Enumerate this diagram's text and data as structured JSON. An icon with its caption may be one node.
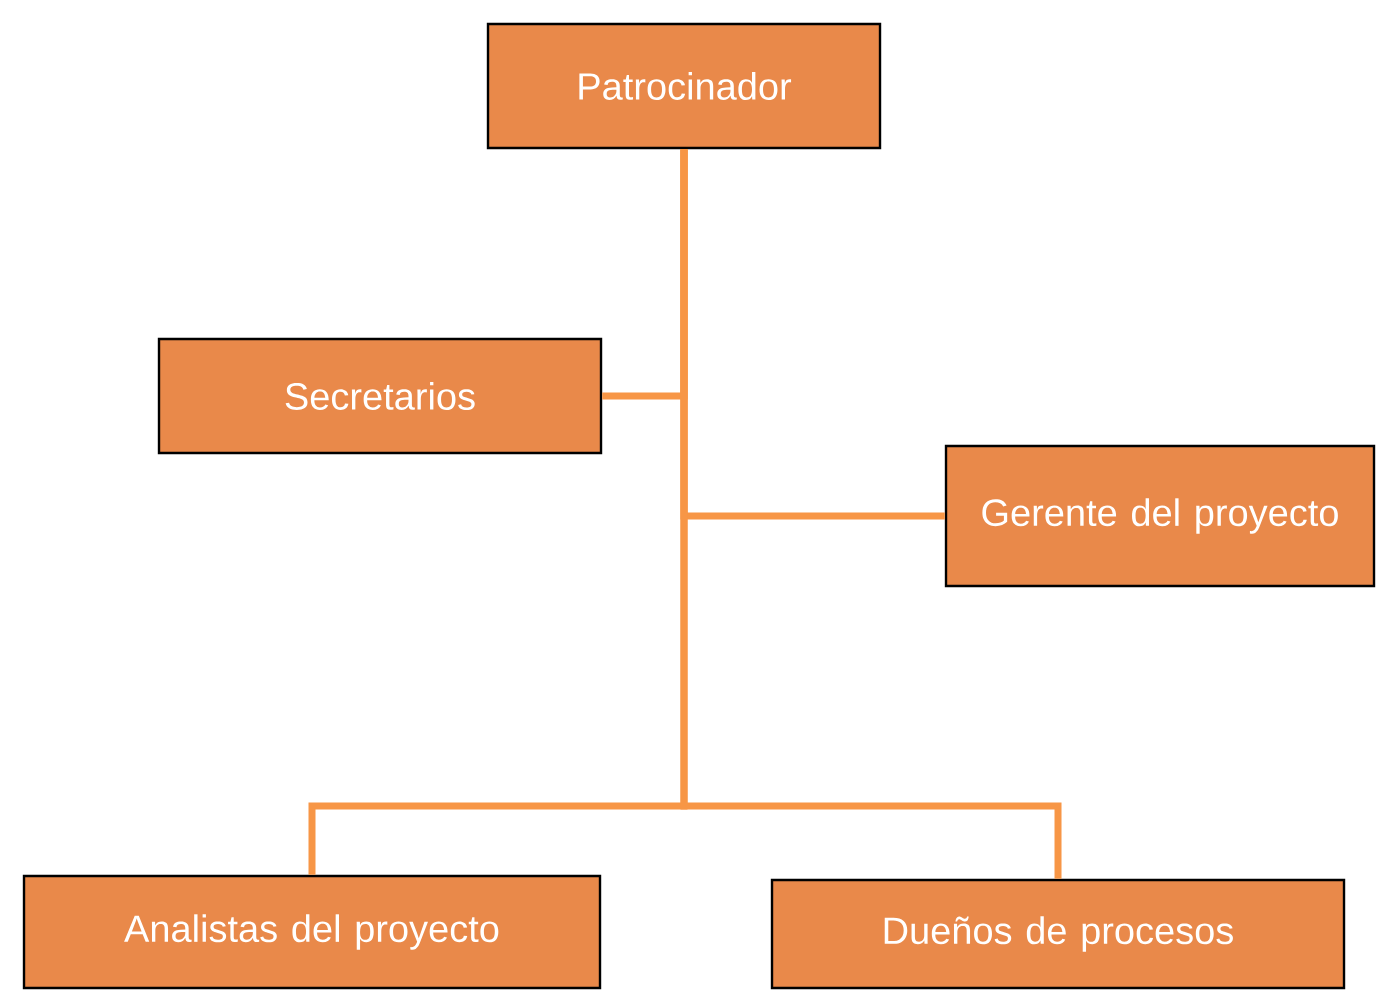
{
  "diagram": {
    "nodes": [
      {
        "text": [
          "Patrocinador"
        ]
      },
      {
        "text": [
          "Secretarios"
        ]
      },
      {
        "text": [
          "Gerente del proyecto"
        ]
      },
      {
        "text": [
          "Analistas del proyecto"
        ]
      },
      {
        "text": [
          "Dueños de procesos"
        ]
      }
    ],
    "edges": [
      {
        "from": 0,
        "to": 1,
        "arrow": "none"
      },
      {
        "from": 0,
        "to": 2,
        "arrow": "none"
      },
      {
        "from": 0,
        "to": 3,
        "arrow": "none"
      },
      {
        "from": 0,
        "to": 4,
        "arrow": "none"
      }
    ]
  }
}
